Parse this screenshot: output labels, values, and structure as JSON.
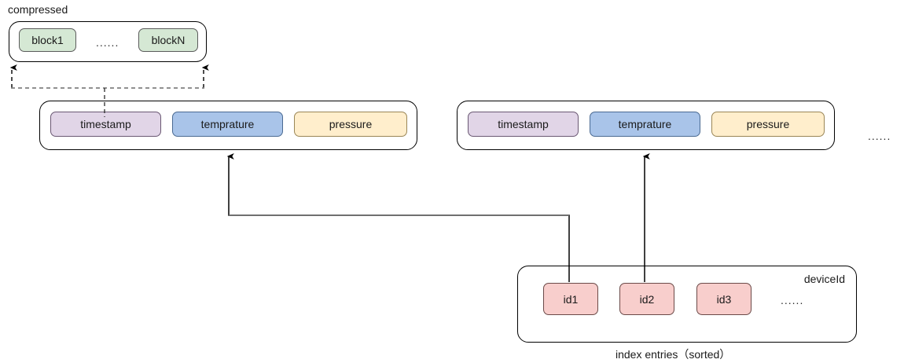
{
  "diagram": {
    "title_label": "compressed",
    "compressed_block": {
      "blocks": [
        {
          "label": "block1"
        },
        {
          "label": "blockN"
        }
      ],
      "inner_ellipsis": "......"
    },
    "data_rows": [
      {
        "columns": [
          {
            "label": "timestamp",
            "color": "#e1d5e7"
          },
          {
            "label": "temprature",
            "color": "#a9c4e9"
          },
          {
            "label": "pressure",
            "color": "#ffeecc"
          }
        ]
      },
      {
        "columns": [
          {
            "label": "timestamp",
            "color": "#e1d5e7"
          },
          {
            "label": "temprature",
            "color": "#a9c4e9"
          },
          {
            "label": "pressure",
            "color": "#ffeecc"
          }
        ]
      }
    ],
    "rows_trailing_ellipsis": "......",
    "index_panel": {
      "corner_label": "deviceId",
      "caption": "index entries（sorted）",
      "entries": [
        {
          "label": "id1"
        },
        {
          "label": "id2"
        },
        {
          "label": "id3"
        }
      ],
      "entries_ellipsis": "......"
    },
    "colors": {
      "green": "#d5e8d4",
      "purple": "#e1d5e7",
      "blue": "#a9c4e9",
      "yellow": "#ffeecc",
      "pink": "#f8cecc",
      "stroke": "#000000"
    }
  }
}
